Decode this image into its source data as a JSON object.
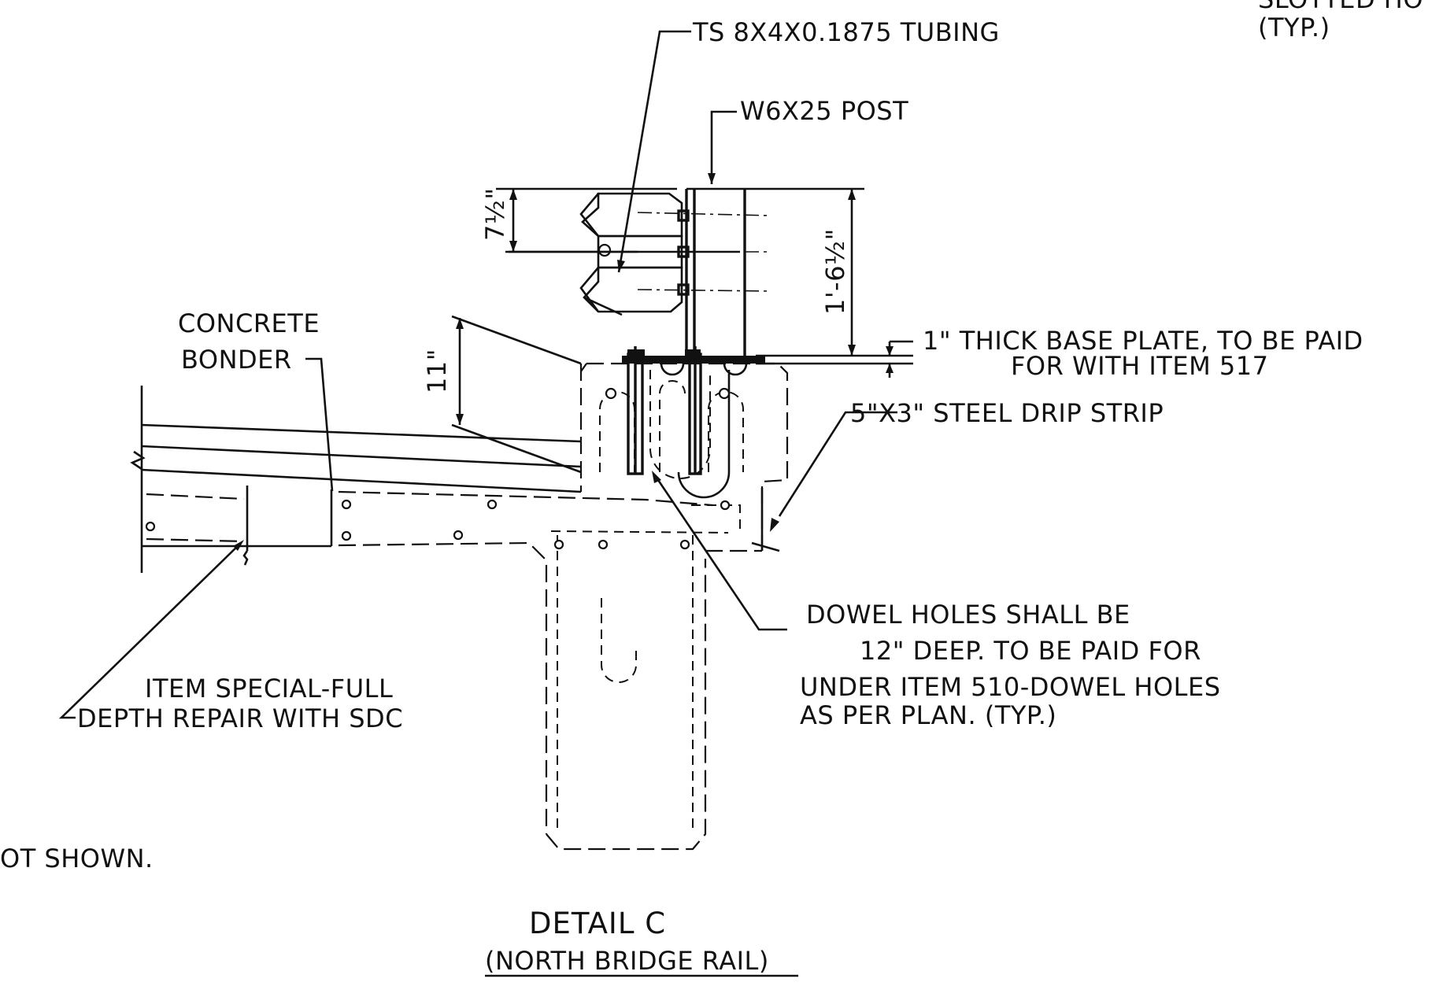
{
  "detail": {
    "title": "DETAIL C",
    "subtitle": "(NORTH BRIDGE RAIL)"
  },
  "labels": {
    "tubing": "TS 8X4X0.1875 TUBING",
    "post": "W6X25 POST",
    "slotted_top": "SLOTTED HO",
    "slotted_typ": "(TYP.)",
    "base_plate_line1": "1\" THICK BASE PLATE, TO BE PAID",
    "base_plate_line2": "FOR WITH ITEM 517",
    "drip_strip": "5\"X3\" STEEL DRIP STRIP",
    "concrete_bonder_line1": "CONCRETE",
    "concrete_bonder_line2": "BONDER",
    "repair_line1": "ITEM SPECIAL-FULL",
    "repair_line2": "DEPTH REPAIR WITH SDC",
    "dowel_line1": "DOWEL HOLES SHALL BE",
    "dowel_line2": "12\" DEEP. TO BE PAID FOR",
    "dowel_line3": "UNDER ITEM 510-DOWEL HOLES",
    "dowel_line4": "AS PER PLAN. (TYP.)",
    "not_shown": "OT SHOWN."
  },
  "dimensions": {
    "tube_spacing": "7½\"",
    "post_height": "1'-6½\"",
    "curb_height": "11\""
  }
}
